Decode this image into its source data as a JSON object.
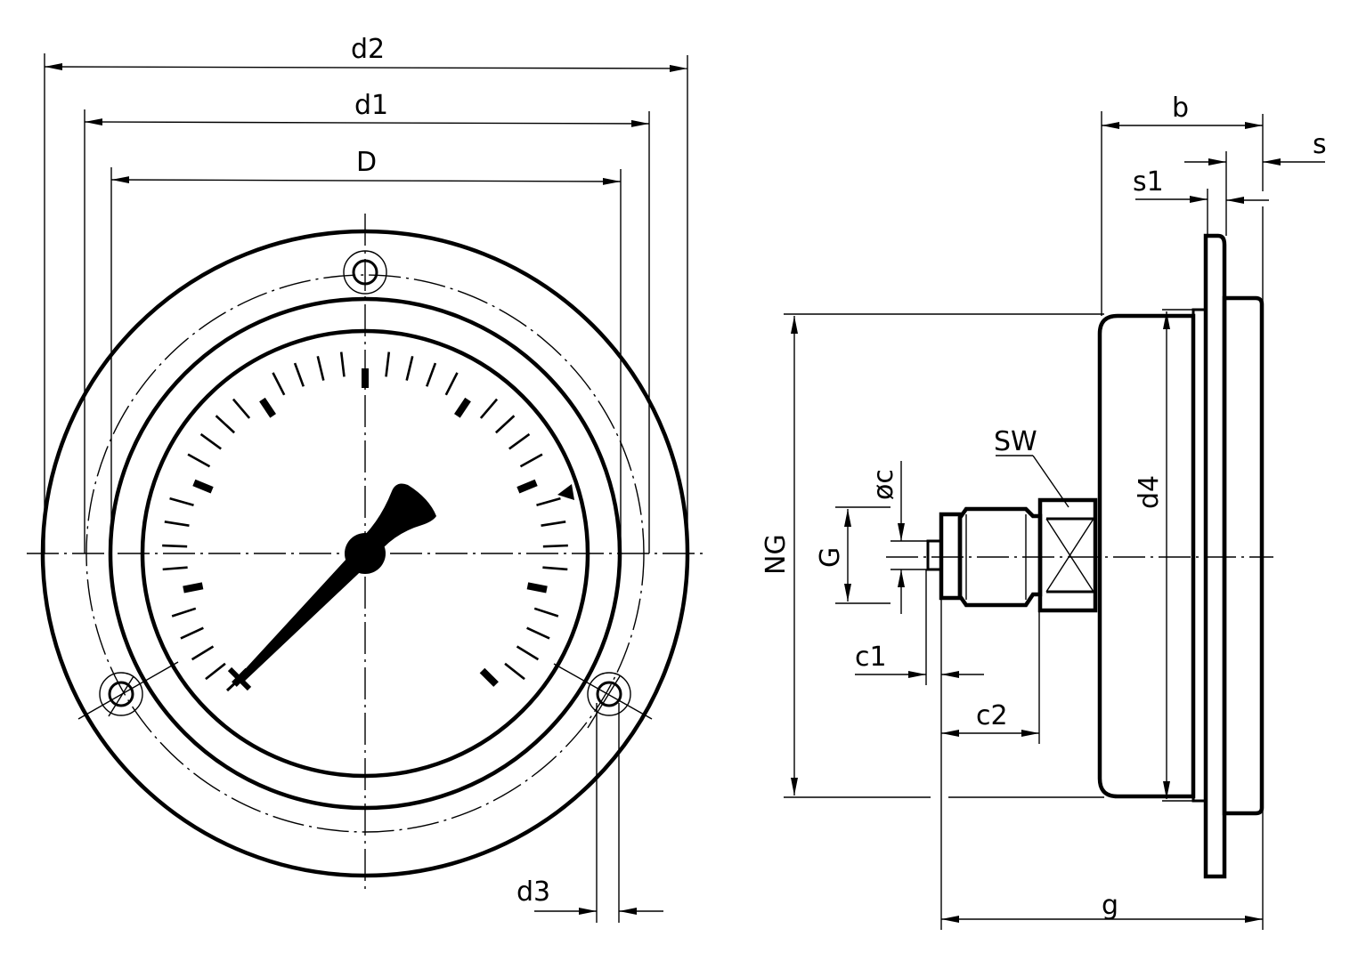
{
  "drawing": {
    "title": "Panel-mount pressure gauge with front flange — dimension drawing",
    "front_view": {
      "dimension_labels": {
        "d2": "d2",
        "d1": "d1",
        "D": "D",
        "d3": "d3"
      },
      "gauge": {
        "minor_ticks": 41,
        "major_ticks": 9,
        "scale_sweep_degrees": 270,
        "mounting_holes": 3
      }
    },
    "side_view": {
      "dimension_labels": {
        "b": "b",
        "s": "s",
        "s1": "s1",
        "NG": "NG",
        "G": "G",
        "phi_c": "øc",
        "SW": "SW",
        "d4": "d4",
        "c1": "c1",
        "c2": "c2",
        "g": "g"
      }
    },
    "colors": {
      "line": "#000000",
      "background": "#ffffff"
    }
  }
}
